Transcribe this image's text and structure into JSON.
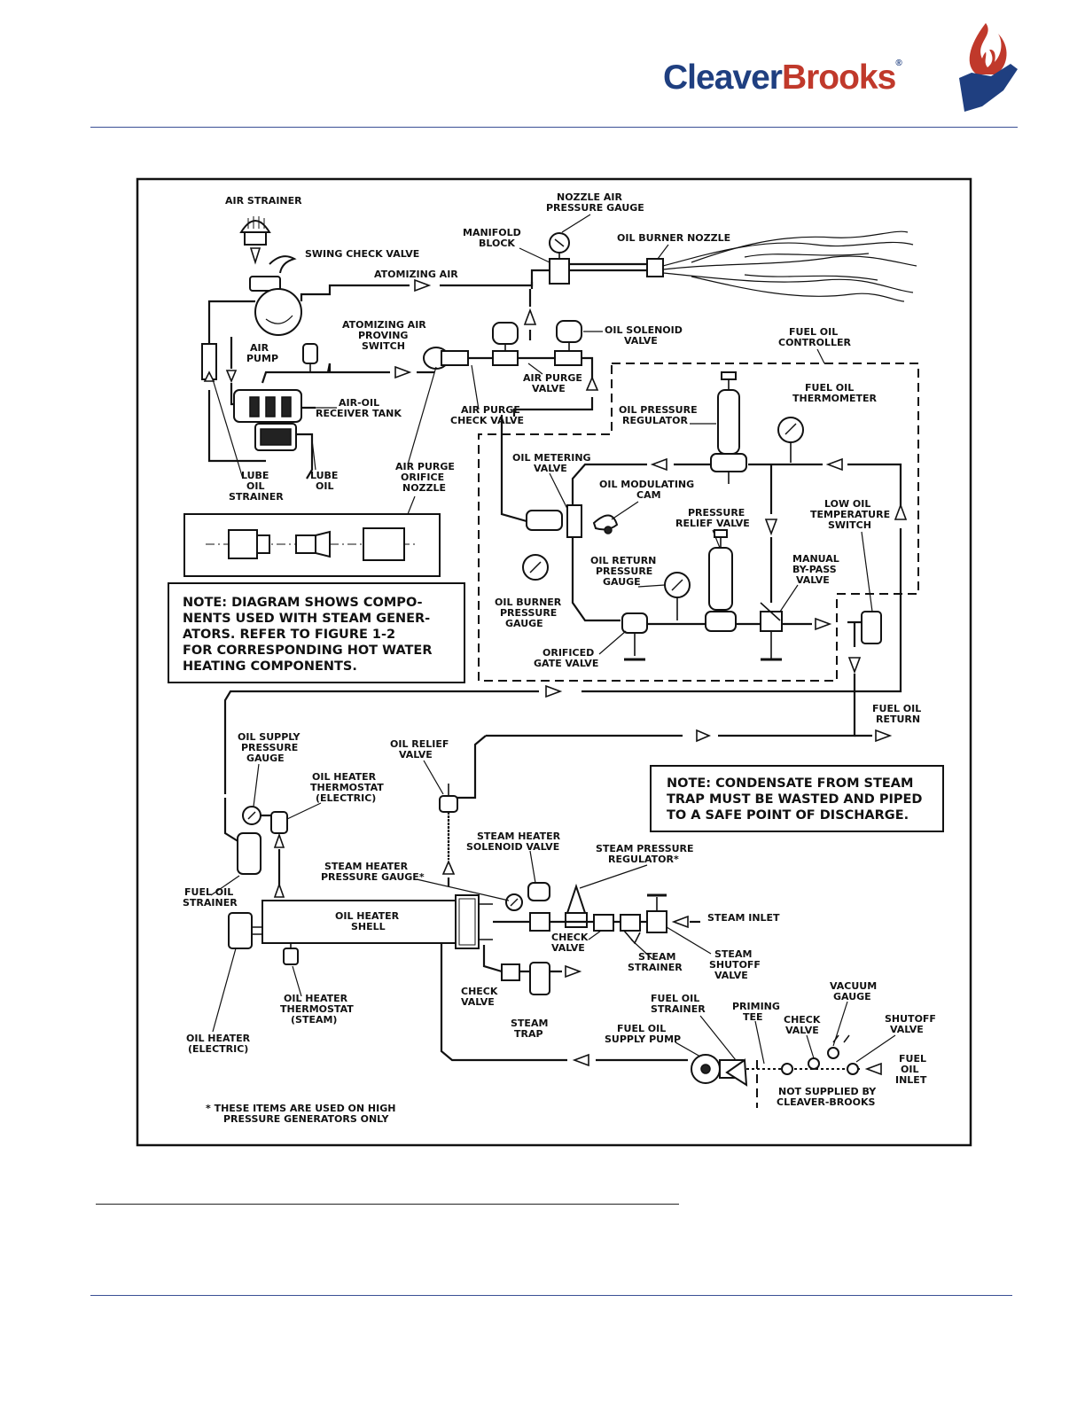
{
  "header": {
    "logo_word1": "Cleaver",
    "logo_word2": "Brooks",
    "logo_reg": "®",
    "brand_blue": "#1f3f80",
    "brand_red": "#c0392b"
  },
  "diagram": {
    "labels": {
      "air_strainer": "AIR STRAINER",
      "swing_check_valve": "SWING CHECK VALVE",
      "nozzle_air_gauge_1": "NOZZLE AIR",
      "nozzle_air_gauge_2": "PRESSURE GAUGE",
      "manifold_1": "MANIFOLD",
      "manifold_2": "BLOCK",
      "oil_burner_nozzle": "OIL BURNER NOZZLE",
      "atomizing_air": "ATOMIZING AIR",
      "air_pump_1": "AIR",
      "air_pump_2": "PUMP",
      "atom_switch_1": "ATOMIZING AIR",
      "atom_switch_2": "PROVING",
      "atom_switch_3": "SWITCH",
      "oil_solenoid_1": "OIL SOLENOID",
      "oil_solenoid_2": "VALVE",
      "fuel_oil_controller_1": "FUEL OIL",
      "fuel_oil_controller_2": "CONTROLLER",
      "air_purge_valve_1": "AIR PURGE",
      "air_purge_valve_2": "VALVE",
      "air_oil_tank_1": "AIR-OIL",
      "air_oil_tank_2": "RECEIVER TANK",
      "air_purge_check_1": "AIR PURGE",
      "air_purge_check_2": "CHECK VALVE",
      "fuel_oil_thermo_1": "FUEL OIL",
      "fuel_oil_thermo_2": "THERMOMETER",
      "oil_press_reg_1": "OIL PRESSURE",
      "oil_press_reg_2": "REGULATOR",
      "lube_strainer_1": "LUBE",
      "lube_strainer_2": "OIL",
      "lube_strainer_3": "STRAINER",
      "lube_oil_1": "LUBE",
      "lube_oil_2": "OIL",
      "air_purge_orifice_1": "AIR PURGE",
      "air_purge_orifice_2": "ORIFICE",
      "air_purge_orifice_3": "NOZZLE",
      "oil_metering_1": "OIL METERING",
      "oil_metering_2": "VALVE",
      "oil_mod_cam_1": "OIL MODULATING",
      "oil_mod_cam_2": "CAM",
      "pressure_relief_1": "PRESSURE",
      "pressure_relief_2": "RELIEF VALVE",
      "low_oil_temp_1": "LOW OIL",
      "low_oil_temp_2": "TEMPERATURE",
      "low_oil_temp_3": "SWITCH",
      "oil_return_gauge_1": "OIL RETURN",
      "oil_return_gauge_2": "PRESSURE",
      "oil_return_gauge_3": "GAUGE",
      "manual_bypass_1": "MANUAL",
      "manual_bypass_2": "BY-PASS",
      "manual_bypass_3": "VALVE",
      "oil_burner_gauge_1": "OIL BURNER",
      "oil_burner_gauge_2": "PRESSURE",
      "oil_burner_gauge_3": "GAUGE",
      "orificed_gate_1": "ORIFICED",
      "orificed_gate_2": "GATE VALVE",
      "fuel_oil_return_1": "FUEL OIL",
      "fuel_oil_return_2": "RETURN",
      "oil_supply_gauge_1": "OIL SUPPLY",
      "oil_supply_gauge_2": "PRESSURE",
      "oil_supply_gauge_3": "GAUGE",
      "oil_relief_1": "OIL RELIEF",
      "oil_relief_2": "VALVE",
      "heater_thermo_elec_1": "OIL HEATER",
      "heater_thermo_elec_2": "THERMOSTAT",
      "heater_thermo_elec_3": "(ELECTRIC)",
      "steam_heater_sol_1": "STEAM HEATER",
      "steam_heater_sol_2": "SOLENOID VALVE",
      "steam_press_reg_1": "STEAM PRESSURE",
      "steam_press_reg_2": "REGULATOR*",
      "steam_heater_gauge_1": "STEAM HEATER",
      "steam_heater_gauge_2": "PRESSURE GAUGE*",
      "fuel_oil_strainer_1": "FUEL OIL",
      "fuel_oil_strainer_2": "STRAINER",
      "oil_heater_shell_1": "OIL HEATER",
      "oil_heater_shell_2": "SHELL",
      "steam_inlet": "STEAM INLET",
      "check_valve_a_1": "CHECK",
      "check_valve_a_2": "VALVE",
      "steam_strainer_1": "STEAM",
      "steam_strainer_2": "STRAINER",
      "steam_shutoff_1": "STEAM",
      "steam_shutoff_2": "SHUTOFF",
      "steam_shutoff_3": "VALVE",
      "check_valve_b_1": "CHECK",
      "check_valve_b_2": "VALVE",
      "steam_trap_1": "STEAM",
      "steam_trap_2": "TRAP",
      "heater_thermo_steam_1": "OIL HEATER",
      "heater_thermo_steam_2": "THERMOSTAT",
      "heater_thermo_steam_3": "(STEAM)",
      "oil_heater_elec_1": "OIL HEATER",
      "oil_heater_elec_2": "(ELECTRIC)",
      "fo_strainer2_1": "FUEL OIL",
      "fo_strainer2_2": "STRAINER",
      "priming_tee_1": "PRIMING",
      "priming_tee_2": "TEE",
      "vacuum_gauge_1": "VACUUM",
      "vacuum_gauge_2": "GAUGE",
      "check_valve_c_1": "CHECK",
      "check_valve_c_2": "VALVE",
      "shutoff_valve_1": "SHUTOFF",
      "shutoff_valve_2": "VALVE",
      "fo_supply_pump_1": "FUEL OIL",
      "fo_supply_pump_2": "SUPPLY PUMP",
      "fo_inlet_1": "FUEL",
      "fo_inlet_2": "OIL",
      "fo_inlet_3": "INLET",
      "not_supplied_1": "NOT SUPPLIED BY",
      "not_supplied_2": "CLEAVER-BROOKS",
      "footnote_1": "* THESE ITEMS ARE USED ON HIGH",
      "footnote_2": "PRESSURE GENERATORS ONLY"
    },
    "note1": [
      "NOTE: DIAGRAM SHOWS COMPO-",
      "NENTS USED WITH STEAM GENER-",
      "ATORS. REFER TO FIGURE 1-2",
      "FOR CORRESPONDING HOT WATER",
      "HEATING COMPONENTS."
    ],
    "note2": [
      "NOTE: CONDENSATE FROM STEAM",
      "TRAP MUST BE WASTED AND PIPED",
      "TO A SAFE POINT OF DISCHARGE."
    ]
  }
}
